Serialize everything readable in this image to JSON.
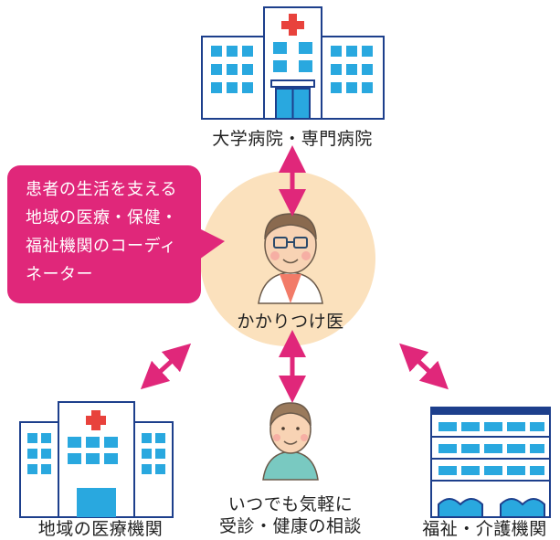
{
  "nodes": {
    "university_hospital": "大学病院・専門病院",
    "family_doctor": "かかりつけ医",
    "local_medical": "地域の医療機関",
    "patient": [
      "いつでも気軽に",
      "受診・健康の相談"
    ],
    "welfare": "福祉・介護機関"
  },
  "callout": {
    "lines": [
      "患者の生活を支える",
      "地域の医療・保健・",
      "福祉機関のコーディ",
      "ネーター"
    ]
  },
  "colors": {
    "accent_pink": "#e0277a",
    "building_blue": "#29a8df",
    "building_navy": "#1d3f8c",
    "center_circle": "#fbe1bd",
    "cross_red": "#e8423c"
  }
}
